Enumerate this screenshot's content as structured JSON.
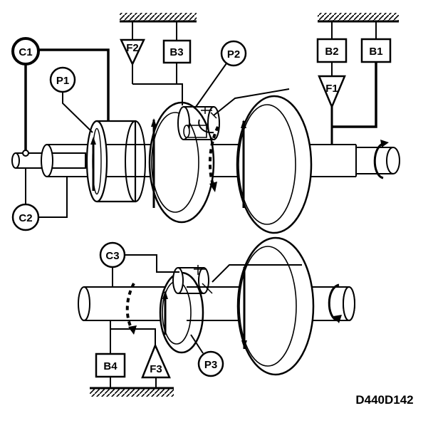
{
  "labels": {
    "c1": "C1",
    "c2": "C2",
    "c3": "C3",
    "p1": "P1",
    "p2": "P2",
    "p3": "P3",
    "f1": "F1",
    "f2": "F2",
    "f3": "F3",
    "b1": "B1",
    "b2": "B2",
    "b3": "B3",
    "b4": "B4"
  },
  "figure_code": "D440D142"
}
